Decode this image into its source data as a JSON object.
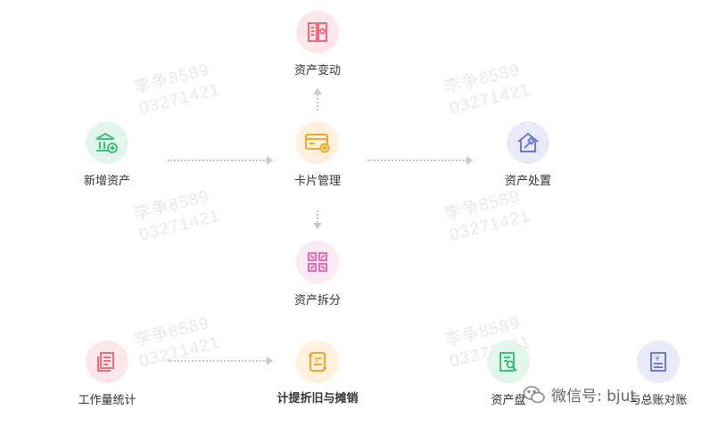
{
  "nodes": {
    "asset_change": "资产变动",
    "new_asset": "新增资产",
    "card_management": "卡片管理",
    "asset_disposal": "资产处置",
    "asset_split": "资产拆分",
    "workload_stats": "工作量统计",
    "depreciation": "计提折旧与摊销",
    "asset_inventory": "资产盘",
    "to_ledger": "与总账对账"
  },
  "watermark": {
    "name": "李争8589",
    "number": "03271421"
  },
  "wechat": {
    "text": "微信号: bjut"
  },
  "colors": {
    "pink": "#fde7ea",
    "pink_icon": "#f06a7b",
    "green": "#e3f6ec",
    "green_icon": "#3cc07b",
    "orange": "#fff1de",
    "orange_icon": "#f5a623",
    "blue": "#e9ebfb",
    "blue_icon": "#6b7bd9",
    "magenta": "#fbe9f4",
    "magenta_icon": "#e86bb6"
  }
}
